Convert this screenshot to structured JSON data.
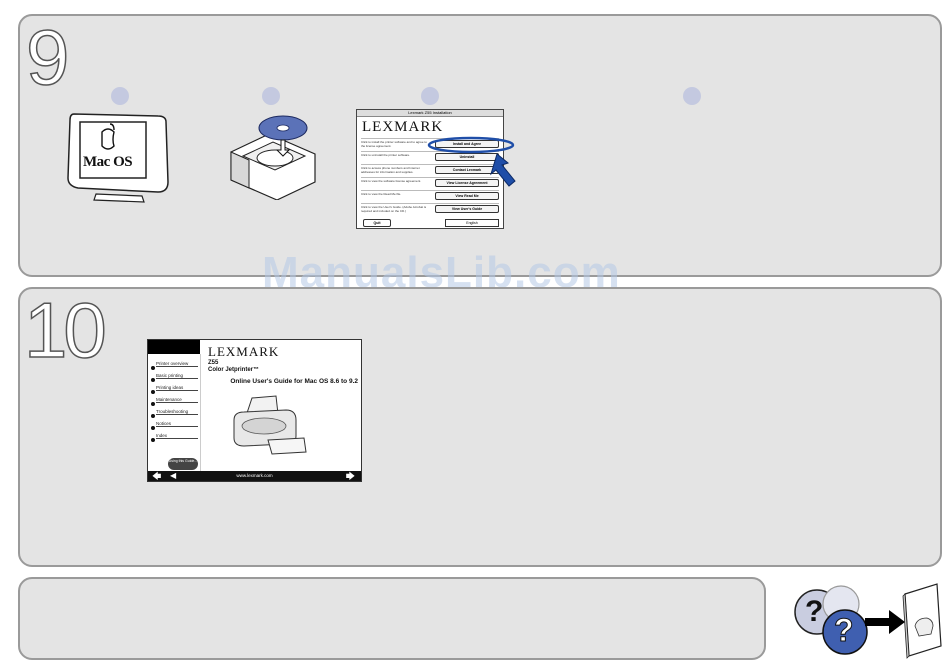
{
  "watermark": "ManualsLib.com",
  "step9": {
    "number": "9",
    "mac_label": "Mac OS",
    "installer": {
      "window_title": "Lexmark Z55 Installation",
      "logo": "LEXMARK",
      "rows": [
        {
          "text": "Click to install the printer software and to agree to the license agreement.",
          "button": "Install and Agree"
        },
        {
          "text": "Click to uninstall the printer software.",
          "button": "Uninstall"
        },
        {
          "text": "Click to access phone numbers and Internet addresses for information and supplies.",
          "button": "Contact Lexmark"
        },
        {
          "text": "Click to view the software license agreement.",
          "button": "View License Agreement"
        },
        {
          "text": "Click to view the Read Me file.",
          "button": "View Read Me"
        },
        {
          "text": "Click to view the User's Guide. (Adobe Acrobat is required and included on the CD.)",
          "button": "View User's Guide"
        }
      ],
      "quit": "Quit",
      "language": "English"
    }
  },
  "step10": {
    "number": "10",
    "guide": {
      "logo": "LEXMARK",
      "model": "Z55",
      "product": "Color Jetprinter™",
      "title": "Online User's Guide for Mac OS 8.6 to 9.2",
      "nav": [
        "Printer overview",
        "Basic printing",
        "Printing ideas",
        "Maintenance",
        "Troubleshooting",
        "Notices",
        "Index"
      ],
      "using": "Using this Guide...",
      "url": "www.lexmark.com"
    }
  },
  "help": {
    "glyph": "?"
  },
  "colors": {
    "panel_bg": "#e4e4e4",
    "panel_border": "#9a9a9a",
    "dot": "#c4c9e0",
    "highlight": "#1f4ea8"
  }
}
